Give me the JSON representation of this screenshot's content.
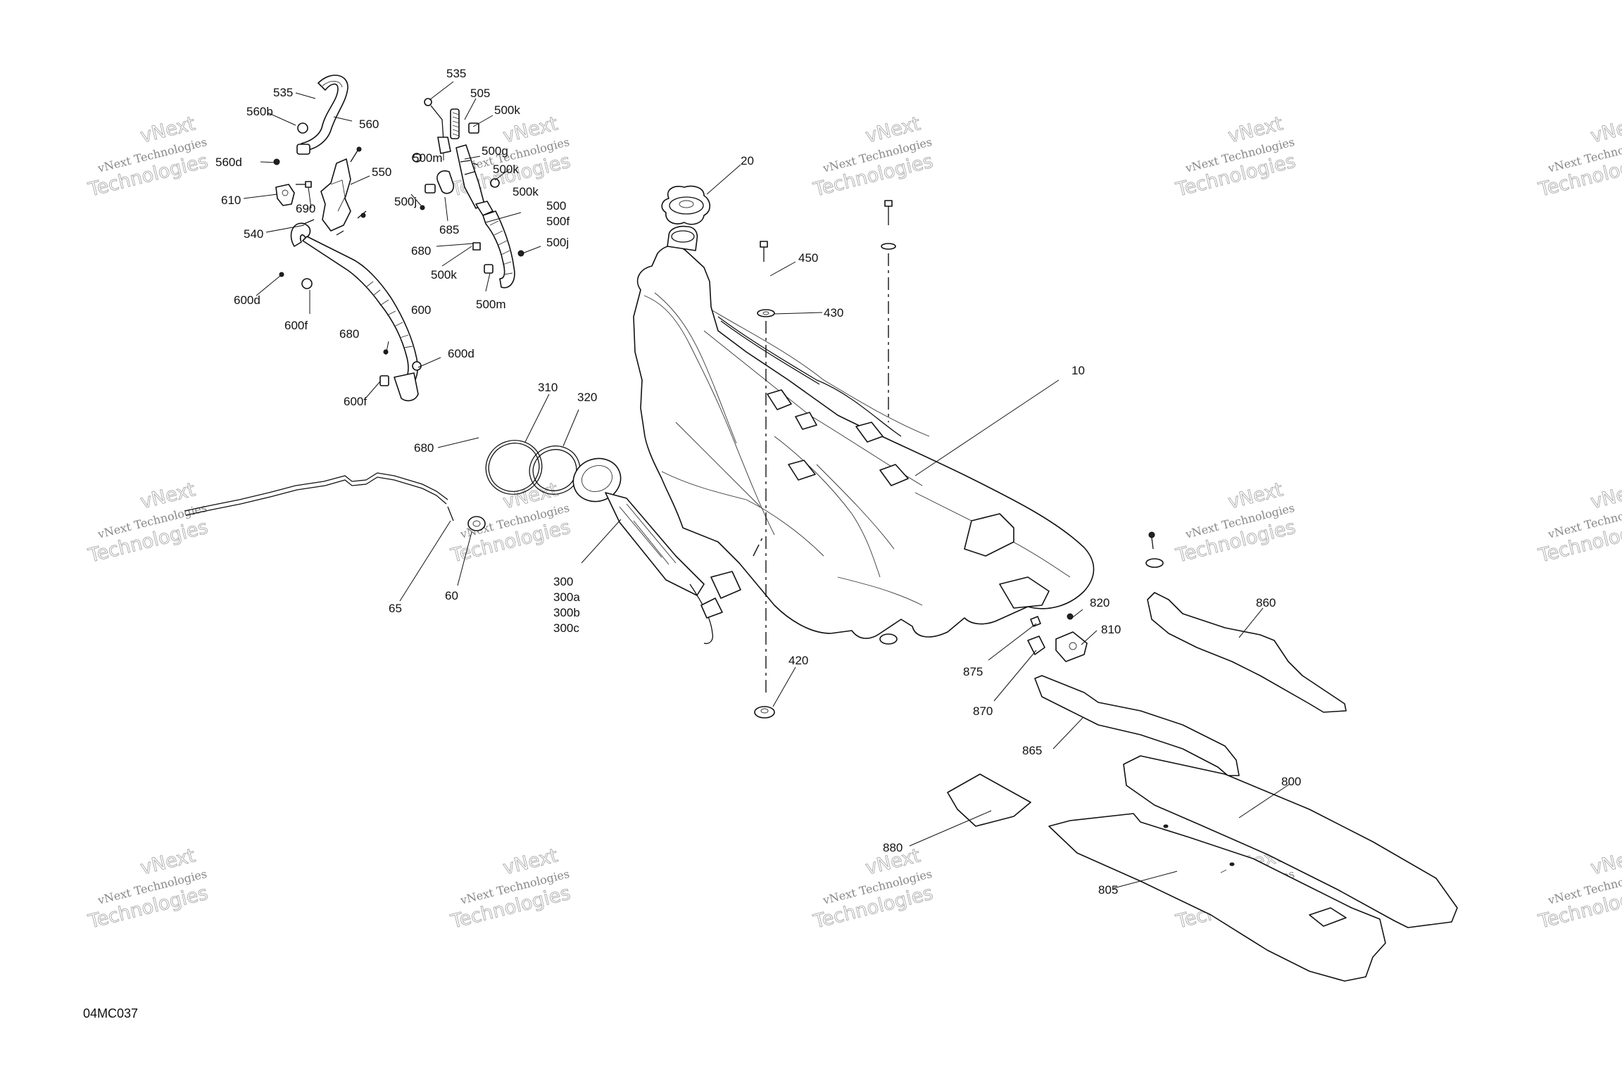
{
  "diagram_code": "04MC037",
  "watermark": {
    "line1": "vNext Technologies",
    "line2": "Technologies",
    "small": "vNext"
  },
  "callouts": [
    {
      "id": "535a",
      "label": "535"
    },
    {
      "id": "560b",
      "label": "560b"
    },
    {
      "id": "560",
      "label": "560"
    },
    {
      "id": "560d",
      "label": "560d"
    },
    {
      "id": "550",
      "label": "550"
    },
    {
      "id": "610",
      "label": "610"
    },
    {
      "id": "690",
      "label": "690"
    },
    {
      "id": "540",
      "label": "540"
    },
    {
      "id": "535b",
      "label": "535"
    },
    {
      "id": "505",
      "label": "505"
    },
    {
      "id": "500k-top",
      "label": "500k"
    },
    {
      "id": "500m-top",
      "label": "500m"
    },
    {
      "id": "500g",
      "label": "500g"
    },
    {
      "id": "500k-mid1",
      "label": "500k"
    },
    {
      "id": "500k-mid2",
      "label": "500k"
    },
    {
      "id": "500",
      "label": "500"
    },
    {
      "id": "500f",
      "label": "500f"
    },
    {
      "id": "500j-left",
      "label": "500j"
    },
    {
      "id": "685",
      "label": "685"
    },
    {
      "id": "680-top",
      "label": "680"
    },
    {
      "id": "500j-right",
      "label": "500j"
    },
    {
      "id": "500k-low",
      "label": "500k"
    },
    {
      "id": "500m-low",
      "label": "500m"
    },
    {
      "id": "600d-left",
      "label": "600d"
    },
    {
      "id": "600f-top",
      "label": "600f"
    },
    {
      "id": "600",
      "label": "600"
    },
    {
      "id": "680-mid",
      "label": "680"
    },
    {
      "id": "600d-right",
      "label": "600d"
    },
    {
      "id": "600f-low",
      "label": "600f"
    },
    {
      "id": "20",
      "label": "20"
    },
    {
      "id": "450",
      "label": "450"
    },
    {
      "id": "430",
      "label": "430"
    },
    {
      "id": "10",
      "label": "10"
    },
    {
      "id": "310",
      "label": "310"
    },
    {
      "id": "320",
      "label": "320"
    },
    {
      "id": "680-low",
      "label": "680"
    },
    {
      "id": "65",
      "label": "65"
    },
    {
      "id": "60",
      "label": "60"
    },
    {
      "id": "300",
      "label": "300"
    },
    {
      "id": "300a",
      "label": "300a"
    },
    {
      "id": "300b",
      "label": "300b"
    },
    {
      "id": "300c",
      "label": "300c"
    },
    {
      "id": "420",
      "label": "420"
    },
    {
      "id": "820",
      "label": "820"
    },
    {
      "id": "810",
      "label": "810"
    },
    {
      "id": "875",
      "label": "875"
    },
    {
      "id": "870",
      "label": "870"
    },
    {
      "id": "860",
      "label": "860"
    },
    {
      "id": "865",
      "label": "865"
    },
    {
      "id": "800",
      "label": "800"
    },
    {
      "id": "880",
      "label": "880"
    },
    {
      "id": "805",
      "label": "805"
    }
  ]
}
